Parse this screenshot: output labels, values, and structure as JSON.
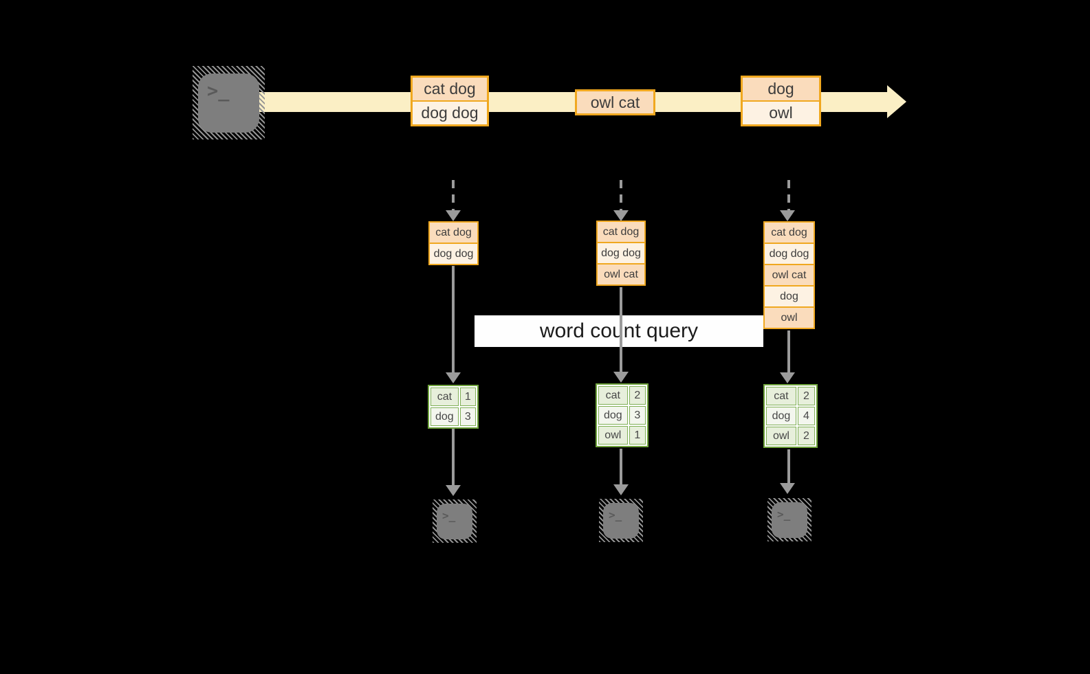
{
  "query_label": "word count query",
  "terminal_glyph": ">_",
  "stream": {
    "batches": [
      {
        "rows": [
          "cat dog",
          "dog dog"
        ]
      },
      {
        "rows": [
          "owl cat"
        ]
      },
      {
        "rows": [
          "dog",
          "owl"
        ]
      }
    ]
  },
  "micro_batches": [
    {
      "input_rows": [
        "cat dog",
        "dog dog"
      ],
      "word_counts": [
        [
          "cat",
          "1"
        ],
        [
          "dog",
          "3"
        ]
      ]
    },
    {
      "input_rows": [
        "cat dog",
        "dog dog",
        "owl cat"
      ],
      "word_counts": [
        [
          "cat",
          "2"
        ],
        [
          "dog",
          "3"
        ],
        [
          "owl",
          "1"
        ]
      ]
    },
    {
      "input_rows": [
        "cat dog",
        "dog dog",
        "owl cat",
        "dog",
        "owl"
      ],
      "word_counts": [
        [
          "cat",
          "2"
        ],
        [
          "dog",
          "4"
        ],
        [
          "owl",
          "2"
        ]
      ]
    }
  ],
  "colors": {
    "background": "#000000",
    "stream_band": "#FBEFC5",
    "box_border": "#F0A81F",
    "box_fill_dark": "#FADCBC",
    "box_fill_light": "#FDF2E3",
    "table_border": "#6FA33C",
    "table_fill_dark": "#E7EFDB",
    "table_fill_light": "#F3F6EE",
    "arrow": "#9B9B9B",
    "terminal_fill": "#7E7E7E"
  }
}
